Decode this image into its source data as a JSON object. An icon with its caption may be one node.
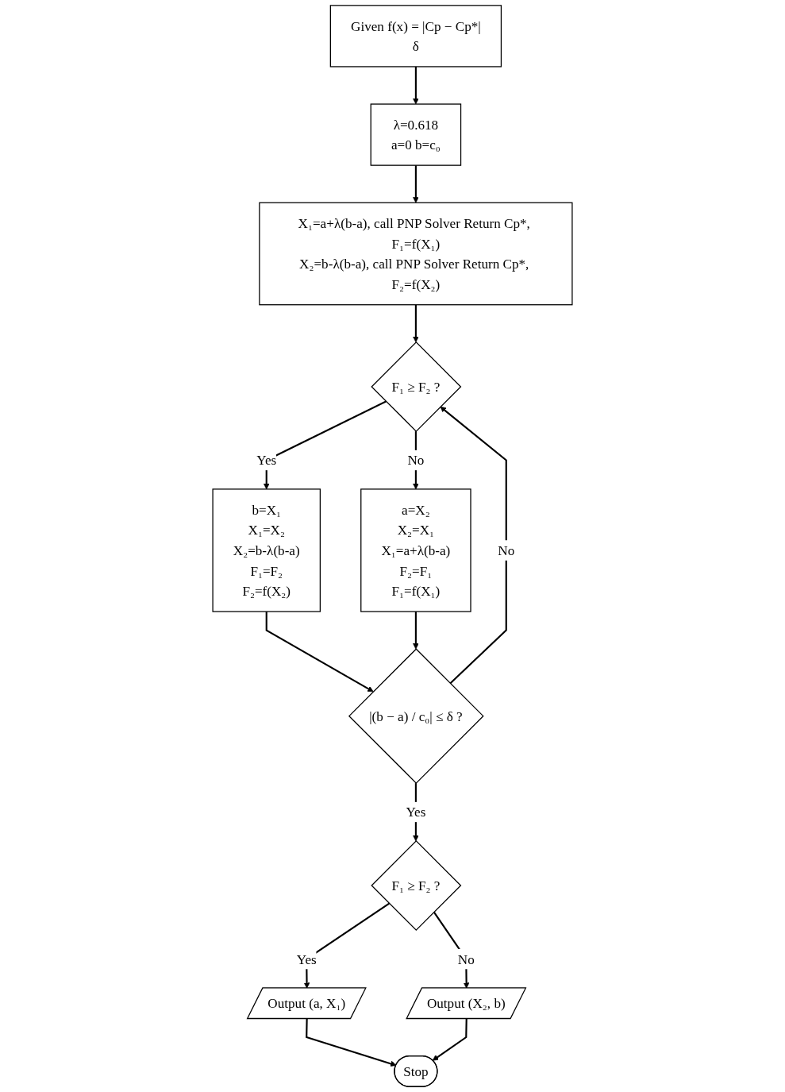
{
  "diagram": {
    "nodes": [
      {
        "text": [
          "Given f(x) = |Cp − Cp*|",
          "δ"
        ]
      },
      {
        "text": [
          "λ=0.618",
          "a=0 b=c₀"
        ]
      },
      {
        "text": [
          "X₁=a+λ(b-a), call PNP Solver Return Cp*, F₁=f(X₁)",
          "X₂=b-λ(b-a), call PNP Solver Return Cp*, F₂=f(X₂)"
        ]
      },
      {
        "text": [
          "b=X₁",
          "X₁=X₂",
          "X₂=b-λ(b-a)",
          "F₁=F₂",
          "F₂=f(X₂)"
        ]
      },
      {
        "text": [
          "a=X₂",
          "X₂=X₁",
          "X₁=a+λ(b-a)",
          "F₂=F₁",
          "F₁=f(X₁)"
        ]
      },
      {
        "text": [
          "F₁ ≥ F₂ ?"
        ]
      },
      {
        "text": [
          "|(b − a) / c₀| ≤ δ ?"
        ]
      },
      {
        "text": [
          "F₁ ≥ F₂ ?"
        ]
      },
      {
        "text": [
          "Output (a, X₁)"
        ]
      },
      {
        "text": [
          "Output (X₂, b)"
        ]
      },
      {
        "text": [
          "Stop"
        ]
      }
    ],
    "edges": [
      {
        "from": 0,
        "to": 1,
        "arrow": "to"
      },
      {
        "from": 1,
        "to": 2,
        "arrow": "to"
      },
      {
        "from": 2,
        "to": 5,
        "arrow": "to"
      },
      {
        "from": 5,
        "to": 3,
        "arrow": "to",
        "label": "Yes"
      },
      {
        "from": 5,
        "to": 4,
        "arrow": "to",
        "label": "No"
      },
      {
        "from": 3,
        "to": 6,
        "arrow": "to"
      },
      {
        "from": 4,
        "to": 6,
        "arrow": "to"
      },
      {
        "from": 6,
        "to": 5,
        "arrow": "to",
        "label": "No"
      },
      {
        "from": 6,
        "to": 7,
        "arrow": "to",
        "label": "Yes"
      },
      {
        "from": 7,
        "to": 8,
        "arrow": "to",
        "label": "Yes"
      },
      {
        "from": 7,
        "to": 9,
        "arrow": "to",
        "label": "No"
      },
      {
        "from": 8,
        "to": 10,
        "arrow": "to"
      },
      {
        "from": 9,
        "to": 10,
        "arrow": "to"
      }
    ]
  }
}
